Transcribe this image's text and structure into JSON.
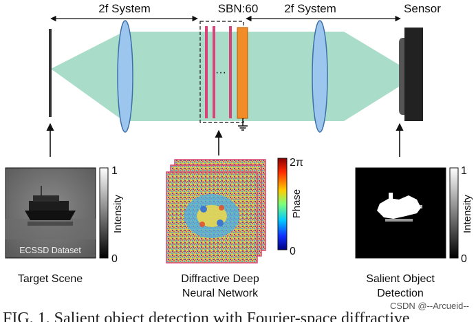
{
  "optics": {
    "system_left_label": "2f System",
    "system_right_label": "2f System",
    "sbn_label": "SBN:60",
    "sensor_label": "Sensor",
    "dots": "···"
  },
  "panels": {
    "target": {
      "caption": "Target Scene",
      "dataset_label": "ECSSD Dataset",
      "colorbar_title": "Intensity",
      "colorbar_max": "1",
      "colorbar_min": "0"
    },
    "d2nn": {
      "caption_line1": "Diffractive Deep",
      "caption_line2": "Neural Network",
      "colorbar_title": "Phase",
      "colorbar_max": "2π",
      "colorbar_min": "0"
    },
    "saliency": {
      "caption_line1": "Salient Object",
      "caption_line2": "Detection",
      "colorbar_title": "Intensity",
      "colorbar_max": "1",
      "colorbar_min": "0"
    }
  },
  "watermark": "CSDN @--Arcueid--",
  "cut_caption": "FIG. 1.  Salient object detection with Fourier-space diffractive",
  "colors": {
    "beam": "#a9dcc9",
    "lens_fill": "#9dc6ee",
    "lens_stroke": "#3d6fa8",
    "phase_plate": "#d9437a",
    "crystal": "#f28c28",
    "crystal_stroke": "#b35a00",
    "sensor": "#222222"
  }
}
